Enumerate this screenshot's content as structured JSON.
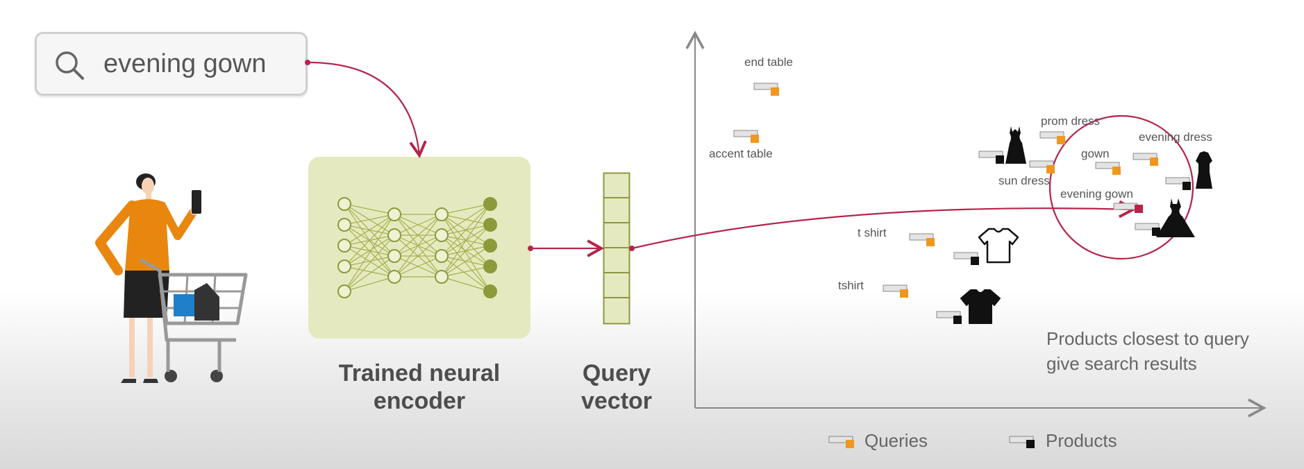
{
  "search": {
    "query": "evening gown"
  },
  "encoder": {
    "caption_line1": "Trained neural",
    "caption_line2": "encoder"
  },
  "query_vector": {
    "caption_line1": "Query",
    "caption_line2": "vector"
  },
  "plot": {
    "labels": {
      "end_table": "end table",
      "accent_table": "accent table",
      "prom_dress": "prom dress",
      "evening_dress": "evening dress",
      "gown": "gown",
      "sun_dress": "sun dress",
      "evening_gown": "evening gown",
      "t_shirt": "t shirt",
      "tshirt": "tshirt"
    },
    "note_line1": "Products closest to query",
    "note_line2": "give search results"
  },
  "legend": {
    "queries": "Queries",
    "products": "Products"
  },
  "colors": {
    "accent": "#b5244a",
    "query_marker": "#f0971f",
    "product_marker": "#111111",
    "shopper_top": "#e8860e",
    "encoder_bg": "#e5e9bf",
    "node_fill": "#8c9a3a"
  }
}
